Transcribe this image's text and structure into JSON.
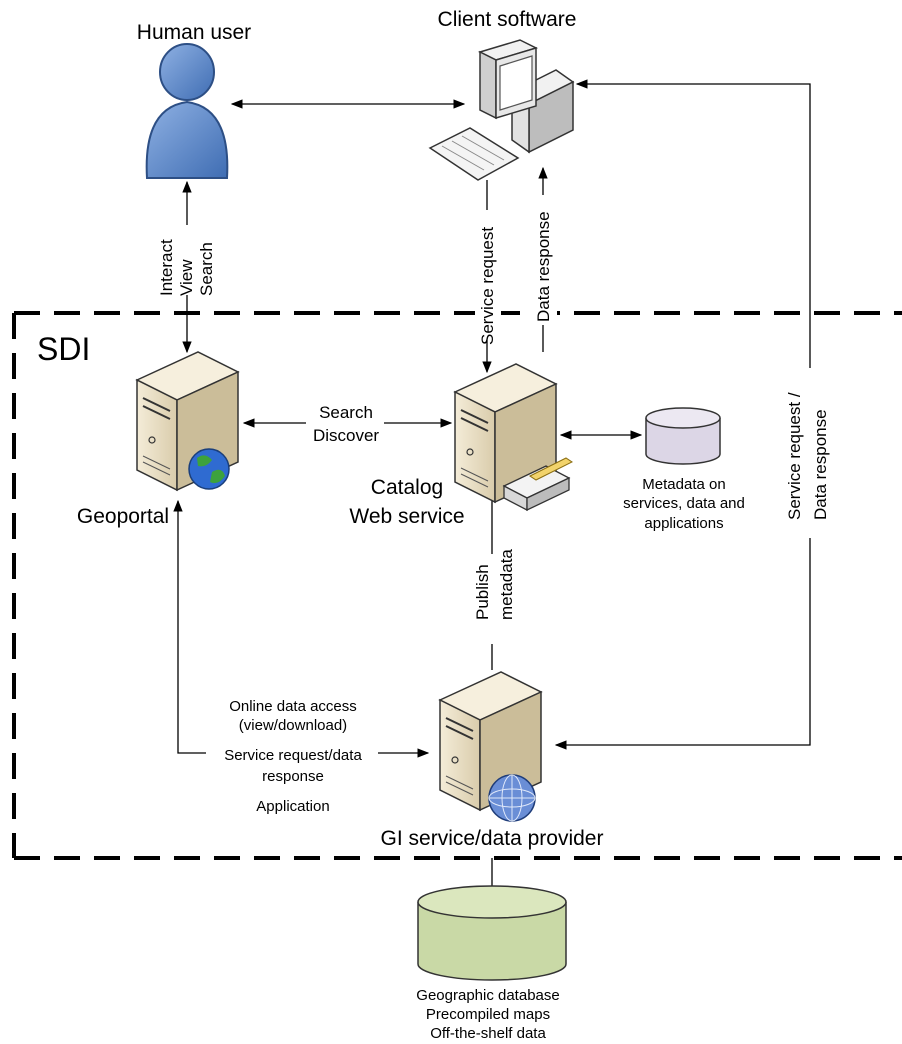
{
  "nodes": {
    "human_user": "Human user",
    "client_software": "Client software",
    "sdi": "SDI",
    "geoportal": "Geoportal",
    "catalog": [
      "Catalog",
      "Web service"
    ],
    "metadata_db": [
      "Metadata on",
      "services, data and",
      "applications"
    ],
    "provider": "GI service/data provider",
    "geo_db": [
      "Geographic database",
      "Precompiled maps",
      "Off-the-shelf data"
    ]
  },
  "edges": {
    "user_portal": [
      "Interact",
      "View",
      "Search"
    ],
    "client_catalog_request": "Service request",
    "client_catalog_response": "Data response",
    "portal_catalog": [
      "Search",
      "Discover"
    ],
    "publish": [
      "Publish",
      "metadata"
    ],
    "client_provider": [
      "Service request /",
      "Data response"
    ],
    "portal_provider": [
      "Online data access",
      "(view/download)",
      "Service request/data",
      "response",
      "Application"
    ]
  },
  "colors": {
    "user_fill": "#5b86c6",
    "server_fill": "#e9dfc7",
    "metadata_db_fill": "#dcd6e6",
    "geo_db_fill": "#c9d9a6"
  }
}
